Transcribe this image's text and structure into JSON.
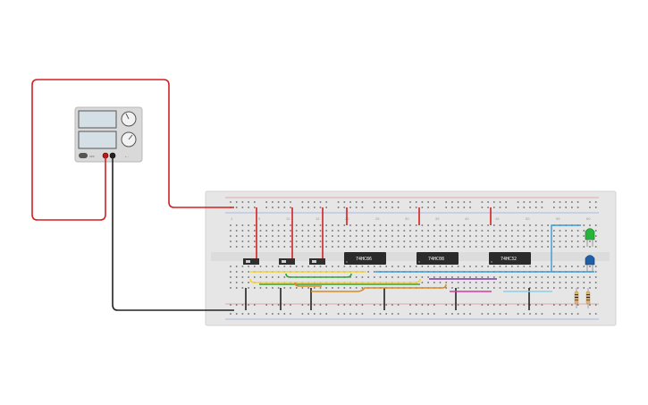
{
  "colors": {
    "wire_red": "#d42020",
    "wire_black": "#222222",
    "wire_yellow": "#f2d43a",
    "wire_green": "#3aa33a",
    "wire_orange": "#d98a2a",
    "wire_purple": "#7b3aa8",
    "wire_pink": "#d63a9e",
    "wire_blue": "#3a9ad6",
    "wire_lightblue": "#8ecfe6",
    "breadboard": "#e6e6e6",
    "chip": "#2b2b2b",
    "led_green": "#27b43a",
    "led_blue": "#1f5fa8"
  },
  "power_supply": {
    "off_label": "OFF",
    "terminal_labels": "+ -"
  },
  "chips": [
    {
      "label": "74HC86"
    },
    {
      "label": "74HC08"
    },
    {
      "label": "74HC32"
    }
  ],
  "breadboard": {
    "column_numbers": [
      "1",
      "5",
      "10",
      "15",
      "20",
      "25",
      "30",
      "35",
      "40",
      "45",
      "50",
      "55",
      "60"
    ]
  }
}
